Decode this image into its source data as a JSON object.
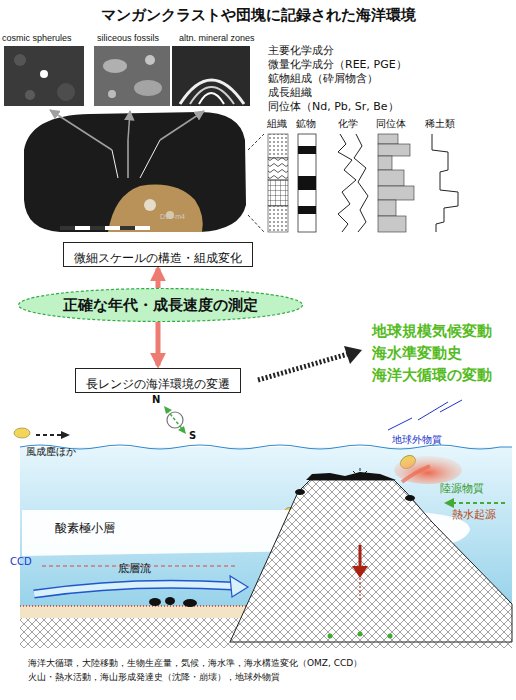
{
  "diagram": {
    "title": "マンガンクラストや団塊に記録された海洋環境",
    "nodes": [
      {
        "text": [
          "微細スケールの構造・組成変化"
        ]
      },
      {
        "text": [
          "正確な年代・成長速度の測定"
        ]
      },
      {
        "text": [
          "長レンジの海洋環境の変遷"
        ]
      }
    ],
    "edges": [
      {
        "from": 1,
        "to": 0,
        "arrow": "to"
      },
      {
        "from": 1,
        "to": 2,
        "arrow": "to"
      }
    ],
    "labels": [
      "cosmic spherules",
      "siliceous fossils",
      "altn. mineral zones",
      "D96-m4",
      "主要化学成分",
      "微量化学成分（REE, PGE）",
      "鉱物組成（砕屑物含）",
      "成長組織",
      "同位体（Nd, Pb, Sr, Be）",
      "組織",
      "鉱物",
      "化学",
      "同位体",
      "稀土類",
      "地球規模気候変動",
      "海水準変動史",
      "海洋大循環の変動",
      "N",
      "S",
      "風成塵ほか",
      "地球外物質",
      "陸源物質",
      "酸素極小層",
      "CCD",
      "底層流",
      "熱水起源",
      "海洋大循環，大陸移動，生物生産量，気候，海水準，海水構造変化（OMZ, CCD）",
      "火山・熱水活動，海山形成発達史（沈降・崩壊），地球外物質"
    ]
  }
}
